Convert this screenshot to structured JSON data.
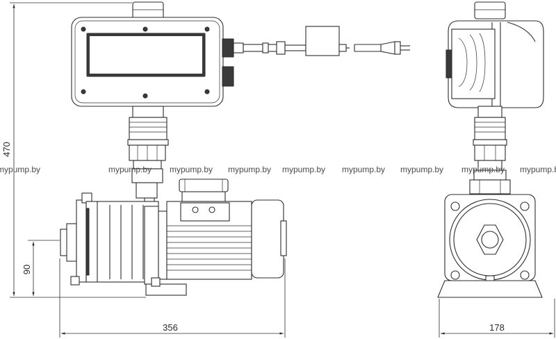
{
  "dimensions": {
    "overall_height": "470",
    "inlet_height": "90",
    "length": "356",
    "width": "178"
  },
  "watermark": "mypump.by",
  "icons": [
    "controller-box",
    "cable-plug",
    "pump-motor",
    "pump-front-view"
  ]
}
